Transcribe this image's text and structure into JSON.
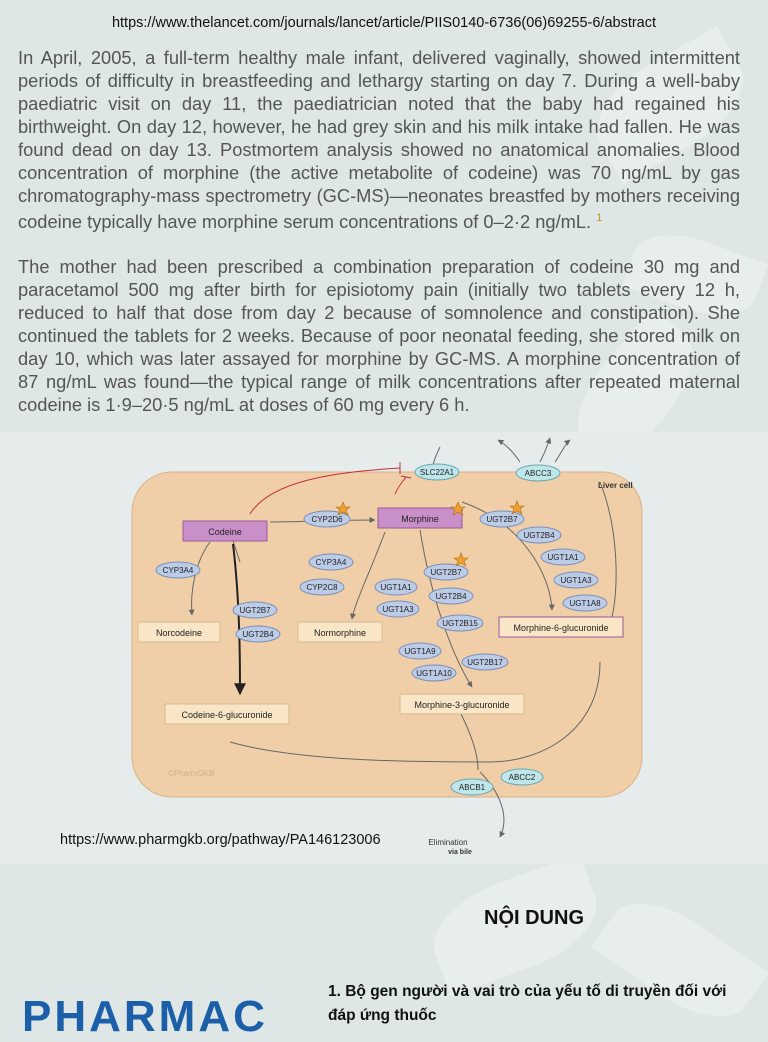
{
  "source_url": "https://www.thelancet.com/journals/lancet/article/PIIS0140-6736(06)69255-6/abstract",
  "paragraph_1": "In April, 2005, a full-term healthy male infant, delivered vaginally, showed intermittent periods of difficulty in breastfeeding and lethargy starting on day 7. During a well-baby paediatric visit on day 11, the paediatrician noted that the baby had regained his birthweight. On day 12, however, he had grey skin and his milk intake had fallen. He was found dead on day 13. Postmortem analysis showed no anatomical anomalies. Blood concentration of morphine (the active metabolite of codeine) was 70 ng/mL by gas chromatography-mass spectrometry (GC-MS)—neonates breastfed by mothers receiving codeine typically have morphine serum concentrations of 0–2·2 ng/mL.",
  "citation_mark": "1",
  "paragraph_2": "The mother had been prescribed a combination preparation of codeine 30 mg and paracetamol 500 mg after birth for episiotomy pain (initially two tablets every 12 h, reduced to half that dose from day 2 because of somnolence and constipation). She continued the tablets for 2 weeks. Because of poor neonatal feeding, she stored milk on day 10, which was later assayed for morphine by GC-MS. A morphine concentration of 87 ng/mL was found—the typical range of milk concentrations after repeated maternal codeine is 1·9–20·5 ng/mL at doses of 60 mg every 6 h.",
  "figure": {
    "cell_label": "Liver cell",
    "watermark": "©PharmGKB",
    "elimination_label": "Elimination",
    "elimination_sub": "via bile",
    "source_url": "https://www.pharmgkb.org/pathway/PA146123006",
    "compounds": {
      "codeine": "Codeine",
      "morphine": "Morphine",
      "norcodeine": "Norcodeine",
      "normorphine": "Normorphine",
      "codeine_6_gluc": "Codeine-6-glucuronide",
      "morphine_6_gluc": "Morphine-6-glucuronide",
      "morphine_3_gluc": "Morphine-3-glucuronide"
    },
    "enzymes": {
      "slc22a1": "SLC22A1",
      "abcc3": "ABCC3",
      "cyp2d6": "CYP2D6",
      "ugt2b7_top": "UGT2B7",
      "ugt2b4_top": "UGT2B4",
      "ugt1a1_right": "UGT1A1",
      "ugt1a3_right": "UGT1A3",
      "ugt1a8": "UGT1A8",
      "cyp3a4_left": "CYP3A4",
      "cyp3a4_mid": "CYP3A4",
      "cyp2c8": "CYP2C8",
      "ugt1a1_mid": "UGT1A1",
      "ugt1a3_mid": "UGT1A3",
      "ugt2b7_mid": "UGT2B7",
      "ugt2b4_mid": "UGT2B4",
      "ugt2b15": "UGT2B15",
      "ugt1a9": "UGT1A9",
      "ugt1a10": "UGT1A10",
      "ugt2b17": "UGT2B17",
      "ugt2b7_left": "UGT2B7",
      "ugt2b4_left": "UGT2B4",
      "abcb1": "ABCB1",
      "abcc2": "ABCC2"
    },
    "colors": {
      "cell": "#f0cfa8",
      "drug_box": "#c98fc9",
      "metabolite_box": "#f8e6c6",
      "enzyme": "#bccbe6",
      "transporter": "#bfe6ea",
      "inhibition": "#c0303a",
      "star": "#f0a030"
    }
  },
  "section_heading": "NỘI DUNG",
  "logo_text": "PHARMAC",
  "content_item_1": "1. Bộ gen người và vai trò của yếu tố di truyền đối với đáp ứng thuốc"
}
